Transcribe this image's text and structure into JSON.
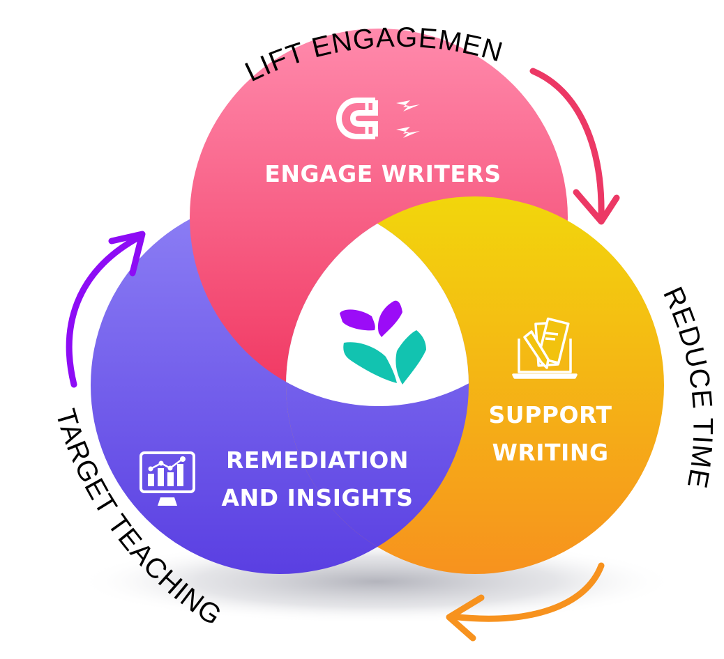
{
  "diagram": {
    "type": "three-circle venn / cycle",
    "circles": [
      {
        "id": "engage",
        "label_lines": [
          "ENGAGE WRITERS"
        ],
        "icon": "magnet-icon",
        "gradient": [
          "#ff8aac",
          "#f0355f"
        ]
      },
      {
        "id": "support",
        "label_lines": [
          "SUPPORT",
          "WRITING"
        ],
        "icon": "laptop-documents-pencil-icon",
        "gradient": [
          "#f2d60c",
          "#f7921e"
        ]
      },
      {
        "id": "remediation",
        "label_lines": [
          "REMEDIATION",
          "AND INSIGHTS"
        ],
        "icon": "monitor-chart-icon",
        "gradient": [
          "#8d80f5",
          "#5a3fe2"
        ]
      }
    ],
    "center_logo": {
      "icon": "leaf-logo-icon",
      "colors": [
        "#9b0cf7",
        "#12c3b0"
      ]
    },
    "outer_labels": [
      {
        "id": "lift",
        "text": "LIFT ENGAGEMENT"
      },
      {
        "id": "reduce",
        "text": "REDUCE TIME"
      },
      {
        "id": "target",
        "text": "TARGET TEACHING"
      }
    ],
    "arrows": [
      {
        "id": "arrow-pink",
        "icon": "curved-arrow-icon",
        "color": "#ec3865",
        "direction": "clockwise"
      },
      {
        "id": "arrow-orange",
        "icon": "curved-arrow-icon",
        "color": "#f7921e",
        "direction": "clockwise"
      },
      {
        "id": "arrow-purple",
        "icon": "curved-arrow-icon",
        "color": "#8d0cf5",
        "direction": "clockwise"
      }
    ]
  }
}
